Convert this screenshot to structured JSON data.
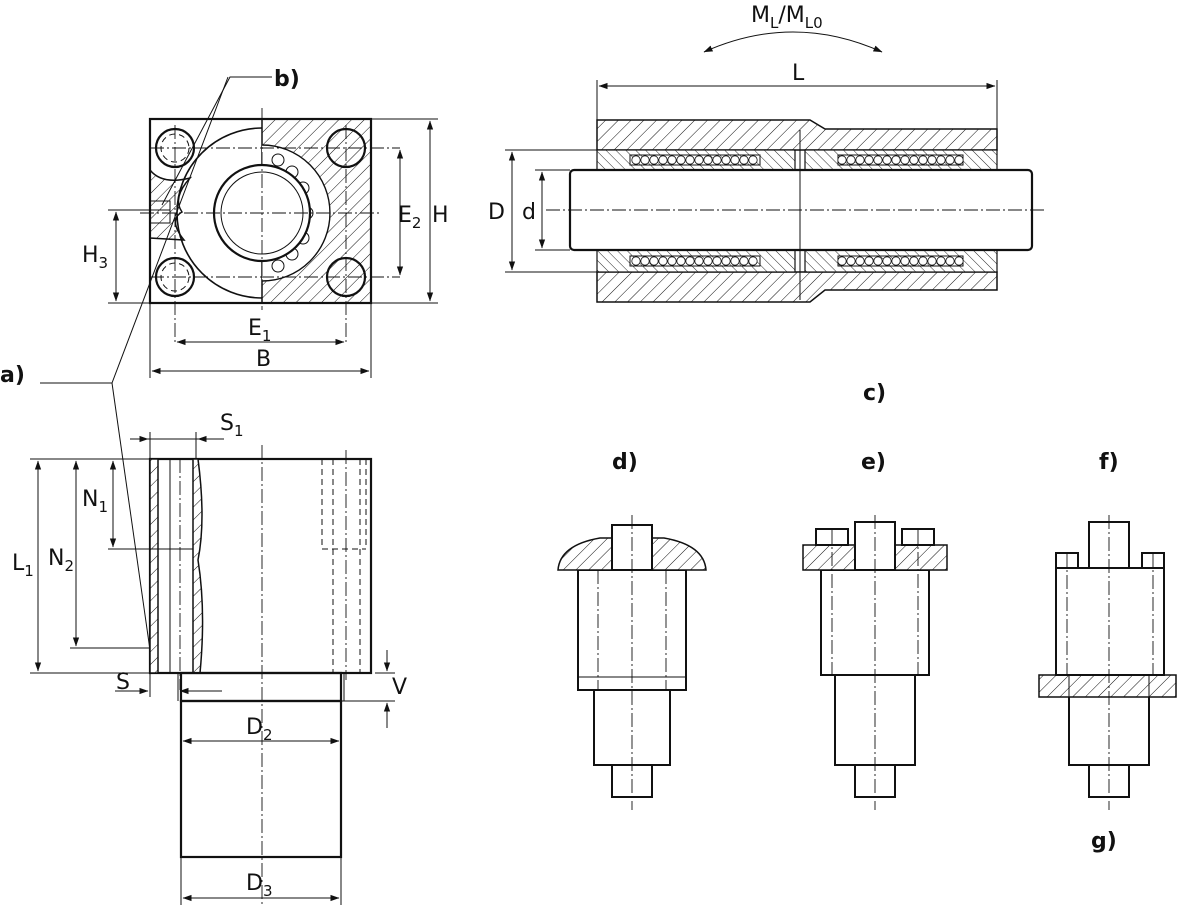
{
  "figure": {
    "view_labels": [
      "a)",
      "b)",
      "c)",
      "d)",
      "e)",
      "f)",
      "g)"
    ],
    "top_view_dims": {
      "height": "H",
      "bore_pitch_v": "E",
      "bore_pitch_v_sub": "2",
      "side_hole_height": "H",
      "side_hole_height_sub": "3",
      "bore_pitch_h": "E",
      "bore_pitch_h_sub": "1",
      "width": "B"
    },
    "section_dims": {
      "moment": "M",
      "moment_sub_1": "L",
      "moment_sep": "/M",
      "moment_sub_2": "L0",
      "length": "L",
      "outer_diameter": "D",
      "shaft_diameter": "d"
    },
    "side_view_dims": {
      "seal_offset": "S",
      "seal_offset_sub": "1",
      "length": "L",
      "length_sub": "1",
      "depth_1": "N",
      "depth_1_sub": "1",
      "depth_2": "N",
      "depth_2_sub": "2",
      "wall": "S",
      "recess": "V",
      "spigot_diameter": "D",
      "spigot_diameter_sub": "2",
      "body_diameter": "D",
      "body_diameter_sub": "3"
    }
  }
}
